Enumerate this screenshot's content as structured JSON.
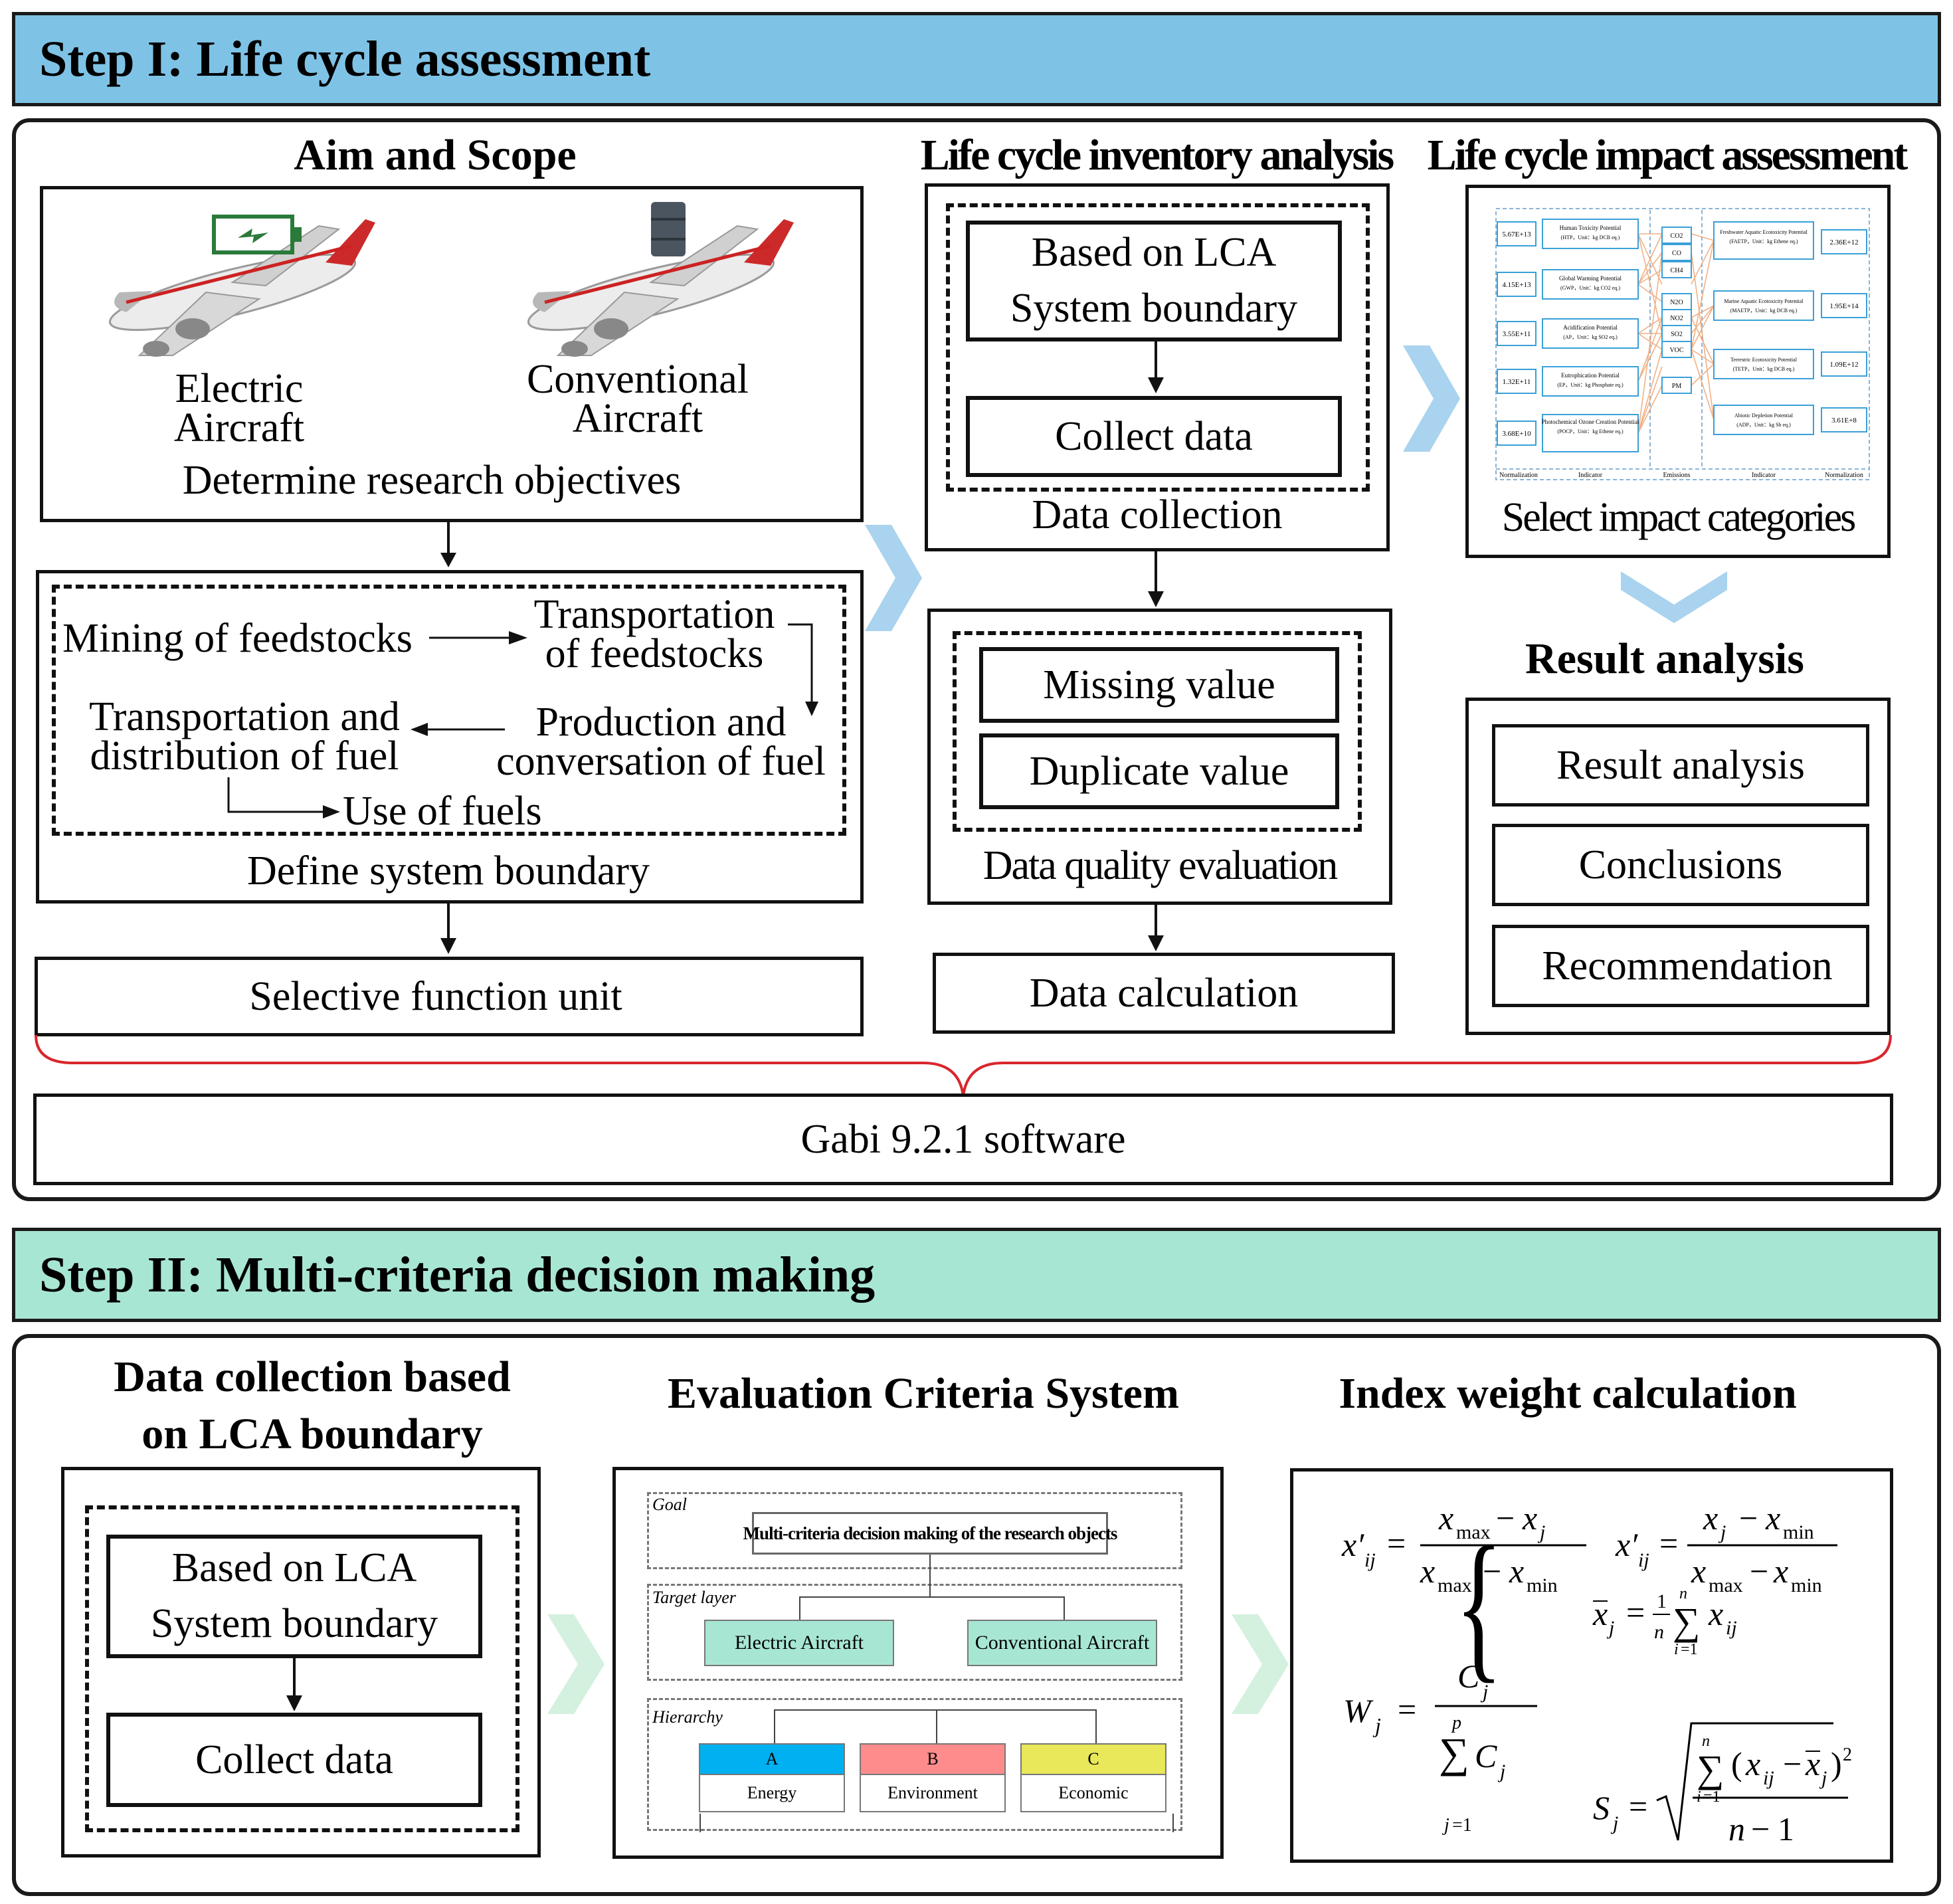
{
  "step1": {
    "title": "Step I: Life cycle assessment",
    "aim_scope": {
      "title": "Aim and Scope",
      "electric_label": "Electric\nAircraft",
      "conventional_label": "Conventional\nAircraft",
      "objectives": "Determine research objectives",
      "flow": {
        "mining": "Mining of feedstocks",
        "transport_feed": "Transportation\nof feedstocks",
        "production": "Production and\nconversation of fuel",
        "transport_fuel": "Transportation and\ndistribution of fuel",
        "use": "Use of fuels"
      },
      "boundary": "Define system boundary",
      "function_unit": "Selective function unit"
    },
    "inventory": {
      "title": "Life cycle inventory analysis",
      "based_on": "Based on LCA\nSystem boundary",
      "collect": "Collect data",
      "collection_caption": "Data collection",
      "missing": "Missing value",
      "duplicate": "Duplicate value",
      "quality_caption": "Data quality evaluation",
      "calculation": "Data calculation"
    },
    "impact": {
      "title": "Life cycle impact assessment",
      "caption": "Select impact categories",
      "left_values": [
        "5.67E+13",
        "4.15E+13",
        "3.55E+11",
        "1.32E+11",
        "3.68E+10"
      ],
      "left_indicators": [
        "Human Toxicity Potential (HTP，Unit：kg DCB eq.)",
        "Global Warming Potential (GWP，Unit：kg CO2 eq.)",
        "Acidification Potential (AP，Unit：kg SO2 eq.)",
        "Eutrophication Potential (EP，Unit：kg Phosphate eq.)",
        "Photochemical Ozone Creation Potential (POCP，Unit：kg Ethene eq.)"
      ],
      "emissions": [
        "CO2",
        "CO",
        "CH4",
        "N2O",
        "NO2",
        "SO2",
        "VOC",
        "PM"
      ],
      "right_indicators": [
        "Freshwater Aquatic Ecotoxicity Potential (FAETP，Unit：kg Ethene eq.)",
        "Marine Aquatic Ecotoxicity Potential (MAETP，Unit：kg DCB eq.)",
        "Terrestric Ecotoxicity Potential (TETP，Unit：kg DCB eq.)",
        "Abiotic Depletion Potential (ADP，Unit：kg Sb eq.)"
      ],
      "right_values": [
        "2.36E+12",
        "1.95E+14",
        "1.09E+12",
        "3.61E+8"
      ],
      "footer": [
        "Normalization",
        "Indicator",
        "Emissions",
        "Indicator",
        "Normalization"
      ]
    },
    "result": {
      "title": "Result analysis",
      "items": [
        "Result analysis",
        "Conclusions",
        "Recommendation"
      ]
    },
    "software": "Gabi 9.2.1 software"
  },
  "step2": {
    "title": "Step II: Multi-criteria decision making",
    "data_collection": {
      "title": "Data collection based\non LCA boundary",
      "based_on": "Based on LCA\nSystem boundary",
      "collect": "Collect data"
    },
    "criteria": {
      "title": "Evaluation Criteria System",
      "goal_label": "Goal",
      "goal_text": "Multi-criteria decision making of the research objects",
      "target_label": "Target layer",
      "target_items": [
        "Electric Aircraft",
        "Conventional Aircraft"
      ],
      "hierarchy_label": "Hierarchy",
      "hierarchy": [
        {
          "letter": "A",
          "name": "Energy",
          "color": "#00b0f0"
        },
        {
          "letter": "B",
          "name": "Environment",
          "color": "#ff8c8c"
        },
        {
          "letter": "C",
          "name": "Economic",
          "color": "#e8e85a"
        }
      ]
    },
    "weights": {
      "title": "Index weight calculation"
    }
  },
  "colors": {
    "step1_header": "#7ec3e6",
    "step2_header": "#a8e6d4",
    "chevron_blue": "#a9d3ee",
    "chevron_green": "#d4f0df",
    "brace_red": "#d9262c",
    "battery_green": "#2a7a3a",
    "target_box": "#a8e6d4"
  },
  "icons": {
    "battery": "battery-icon",
    "fuel_barrel": "barrel-icon",
    "aircraft": "airplane-icon"
  }
}
